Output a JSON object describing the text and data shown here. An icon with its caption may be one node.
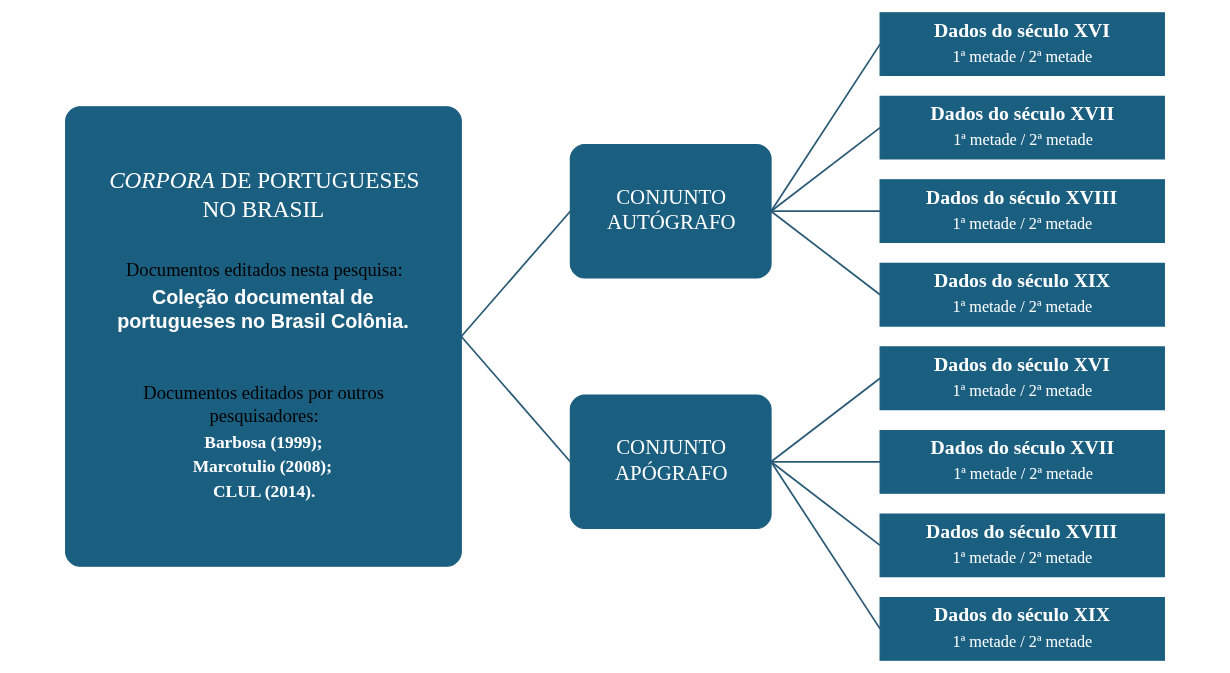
{
  "diagram": {
    "nodes": [
      {
        "text": [
          "*CORPORA* DE PORTUGUESES NO BRASIL",
          "Documentos editados nesta pesquisa:",
          "Coleção documental de portugueses no Brasil Colônia.",
          "Documentos editados por outros pesquisadores:",
          "Barbosa (1999);",
          "Marcotulio (2008);",
          "CLUL (2014)."
        ]
      },
      {
        "text": [
          "CONJUNTO AUTÓGRAFO"
        ]
      },
      {
        "text": [
          "CONJUNTO APÓGRAFO"
        ]
      },
      {
        "text": [
          "Dados do século XVI",
          "1ª metade / 2ª metade"
        ]
      },
      {
        "text": [
          "Dados do século XVII",
          "1ª metade / 2ª metade"
        ]
      },
      {
        "text": [
          "Dados do século XVIII",
          "1ª metade / 2ª metade"
        ]
      },
      {
        "text": [
          "Dados do século XIX",
          "1ª metade / 2ª metade"
        ]
      },
      {
        "text": [
          "Dados do século XVI",
          "1ª metade / 2ª metade"
        ]
      },
      {
        "text": [
          "Dados do século XVII",
          "1ª metade / 2ª metade"
        ]
      },
      {
        "text": [
          "Dados do século XVIII",
          "1ª metade / 2ª metade"
        ]
      },
      {
        "text": [
          "Dados do século XIX",
          "1ª metade / 2ª metade"
        ]
      }
    ],
    "edges": [
      {
        "from": 0,
        "to": 1,
        "arrow": "none"
      },
      {
        "from": 0,
        "to": 2,
        "arrow": "none"
      },
      {
        "from": 1,
        "to": 3,
        "arrow": "none"
      },
      {
        "from": 1,
        "to": 4,
        "arrow": "none"
      },
      {
        "from": 1,
        "to": 5,
        "arrow": "none"
      },
      {
        "from": 1,
        "to": 6,
        "arrow": "none"
      },
      {
        "from": 2,
        "to": 7,
        "arrow": "none"
      },
      {
        "from": 2,
        "to": 8,
        "arrow": "none"
      },
      {
        "from": 2,
        "to": 9,
        "arrow": "none"
      },
      {
        "from": 2,
        "to": 10,
        "arrow": "none"
      }
    ]
  }
}
